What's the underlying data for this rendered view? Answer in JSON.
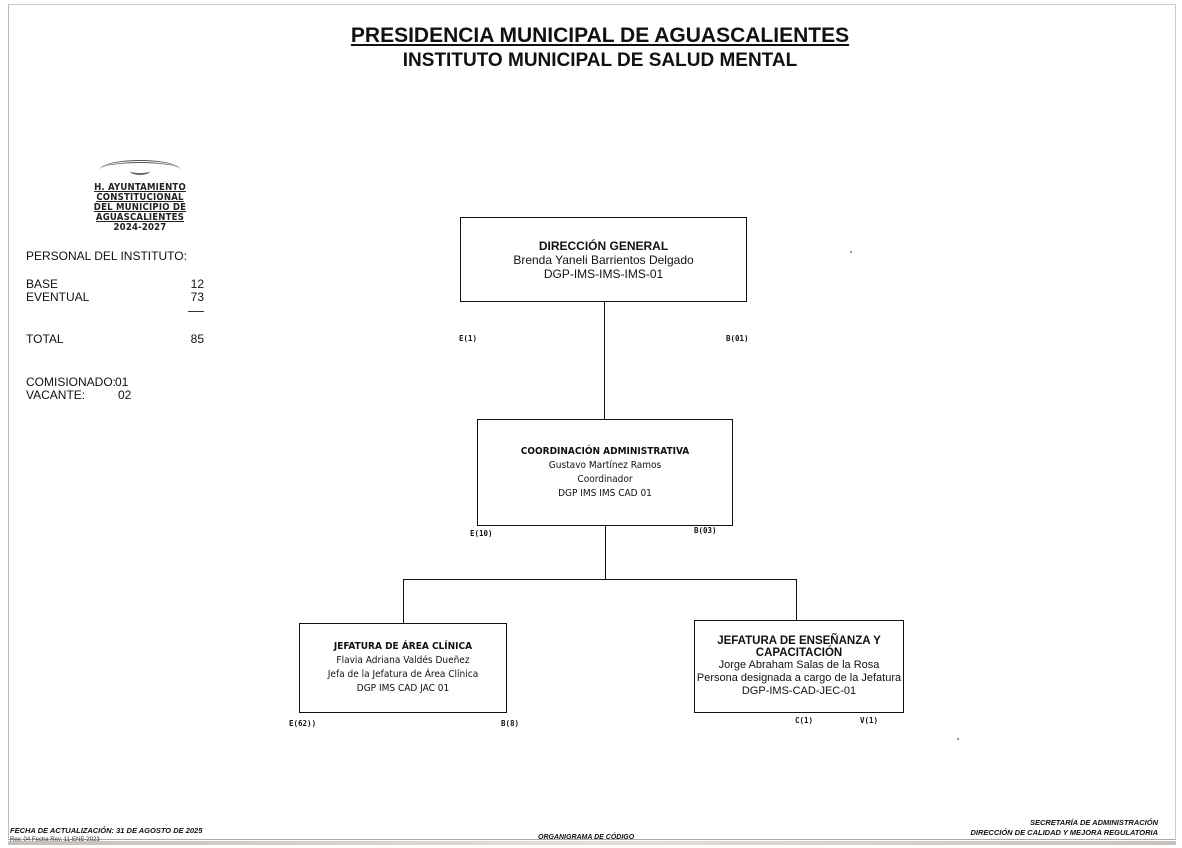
{
  "header": {
    "title1": "PRESIDENCIA MUNICIPAL DE AGUASCALIENTES",
    "title2": "INSTITUTO MUNICIPAL DE SALUD MENTAL"
  },
  "seal": {
    "lines": [
      "H. AYUNTAMIENTO",
      "CONSTITUCIONAL",
      "DEL MUNICIPIO DE",
      "AGUASCALIENTES",
      "2024-2027"
    ]
  },
  "staff": {
    "heading": "PERSONAL DEL INSTITUTO:",
    "base_label": "BASE",
    "base_value": "12",
    "eventual_label": "EVENTUAL",
    "eventual_value": "73",
    "total_label": "TOTAL",
    "total_value": "85",
    "comisionado_label": "COMISIONADO:",
    "comisionado_value": "01",
    "vacante_label": "VACANTE:",
    "vacante_value": "02"
  },
  "org": {
    "direccion": {
      "title": "DIRECCIÓN GENERAL",
      "name": "Brenda Yaneli Barrientos Delgado",
      "code": "DGP-IMS-IMS-IMS-01",
      "tag_left": "E(1)",
      "tag_right": "B(01)"
    },
    "coordinacion": {
      "title": "COORDINACIÓN ADMINISTRATIVA",
      "name": "Gustavo Martínez Ramos",
      "role": "Coordinador",
      "code": "DGP IMS IMS CAD 01",
      "tag_left": "E(10)",
      "tag_right": "B(03)"
    },
    "clinica": {
      "title": "JEFATURA DE ÁREA CLÍNICA",
      "name": "Flavia Adriana Valdés Dueñez",
      "role": "Jefa de la Jefatura de Área Clínica",
      "code": "DGP IMS CAD JAC 01",
      "tag_left": "E(62))",
      "tag_right": "B(8)"
    },
    "ensenanza": {
      "title": "JEFATURA DE ENSEÑANZA Y CAPACITACIÓN",
      "name": "Jorge Abraham Salas de la Rosa",
      "role": "Persona designada a cargo de la Jefatura",
      "code": "DGP-IMS-CAD-JEC-01",
      "tag_left": "C(1)",
      "tag_right": "V(1)"
    }
  },
  "footer": {
    "update": "FECHA DE ACTUALIZACIÓN: 31 DE AGOSTO DE 2025",
    "rev": "Rev. 04   Fecha Rev. 11-ENE-2023",
    "center": "ORGANIGRAMA DE CÓDIGO",
    "right1": "SECRETARÍA DE ADMINISTRACIÓN",
    "right2": "DIRECCIÓN DE CALIDAD Y MEJORA REGULATORIA"
  }
}
